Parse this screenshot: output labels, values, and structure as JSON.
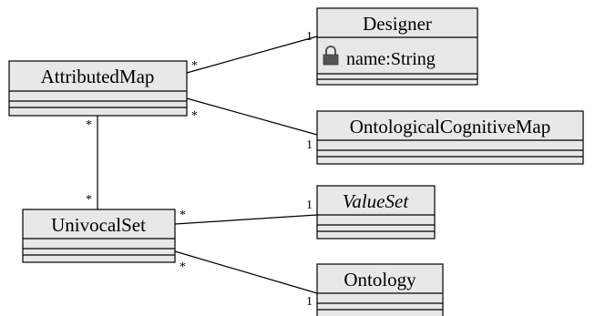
{
  "classes": {
    "attributed_map": {
      "name": "AttributedMap"
    },
    "designer": {
      "name": "Designer",
      "attribute": "name:String",
      "attribute_icon": "lock-icon"
    },
    "ontological_cognitive_map": {
      "name": "OntologicalCognitiveMap"
    },
    "univocal_set": {
      "name": "UnivocalSet"
    },
    "value_set": {
      "name": "ValueSet",
      "abstract": true
    },
    "ontology": {
      "name": "Ontology"
    }
  },
  "associations": {
    "attributedmap_designer": {
      "source_multiplicity": "*",
      "target_multiplicity": "1"
    },
    "attributedmap_ontologicalcognitivemap": {
      "source_multiplicity": "*",
      "target_multiplicity": "1"
    },
    "attributedmap_univocalset": {
      "source_multiplicity": "*",
      "target_multiplicity": "*"
    },
    "univocalset_valueset": {
      "source_multiplicity": "*",
      "target_multiplicity": "1"
    },
    "univocalset_ontology": {
      "source_multiplicity": "*",
      "target_multiplicity": "1"
    }
  }
}
